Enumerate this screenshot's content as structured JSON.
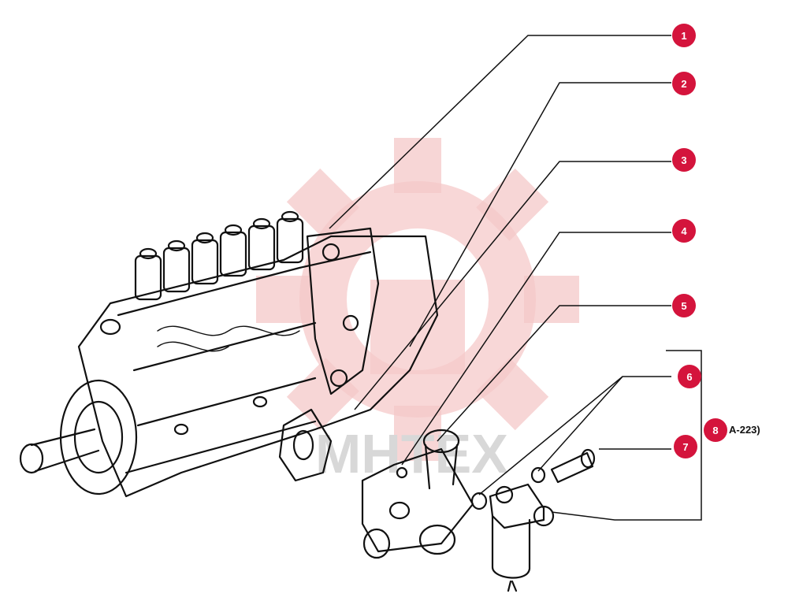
{
  "diagram": {
    "callouts": [
      {
        "number": "1"
      },
      {
        "number": "2"
      },
      {
        "number": "3"
      },
      {
        "number": "4"
      },
      {
        "number": "5"
      },
      {
        "number": "6"
      },
      {
        "number": "7"
      },
      {
        "number": "8"
      }
    ],
    "side_note": "A-223)",
    "watermark": {
      "text": "MHTEX",
      "icon": "gear-logo-icon"
    },
    "colors": {
      "callout_fill": "#d4143c",
      "callout_text": "#ffffff",
      "line_art": "#111111",
      "watermark_gear": "#f5c9c9"
    }
  }
}
